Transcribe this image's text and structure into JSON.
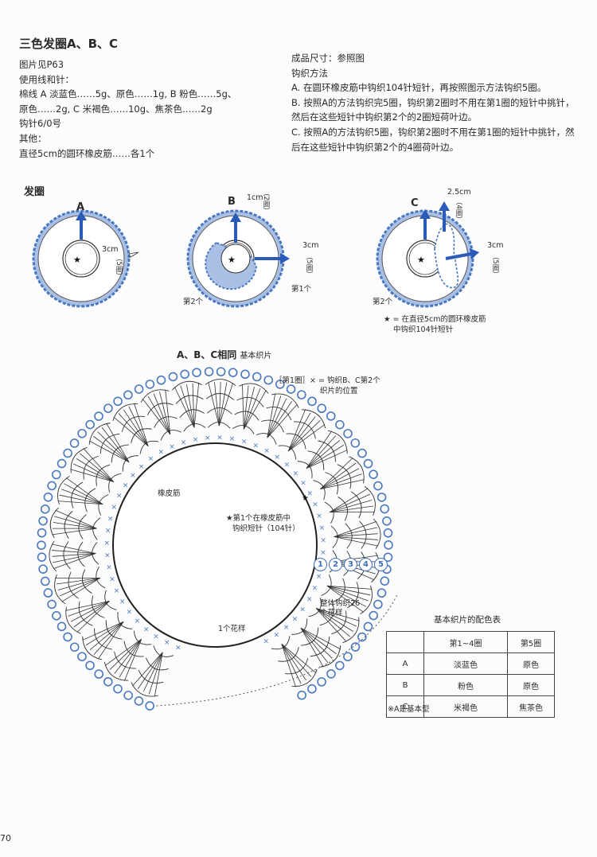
{
  "title": "三色发圈A、B、C",
  "left_info": [
    "图片见P63",
    "使用线和针：",
    "棉线 A 淡蓝色……5g、原色……1g, B 粉色……5g、",
    "原色……2g, C 米褐色……10g、焦茶色……2g",
    "钩针6/0号",
    "其他：",
    "直径5cm的圆环橡皮筋……各1个"
  ],
  "right_info": [
    "成品尺寸：参照图",
    "钩织方法",
    "A. 在圆环橡皮筋中钩织104针短针，再按照图示方法钩织5圈。",
    "B. 按照A的方法钩织完5圈，钩织第2圈时不用在第1圈的短针中挑针，然后在这些短针中钩织第2个的2圈短荷叶边。",
    "C. 按照A的方法钩织5圈，钩织第2圈时不用在第1圈的短针中挑针，然后在这些短针中钩织第2个的4圈荷叶边。"
  ],
  "section_title": "发圈",
  "figures": {
    "a": {
      "label": "A",
      "size": "3cm",
      "rounds": "（5圈）"
    },
    "b": {
      "label": "B",
      "size_top": "1cm",
      "rounds_top": "（2圈）",
      "size": "3cm",
      "rounds": "（5圈）",
      "first": "第1个",
      "second": "第2个"
    },
    "c": {
      "label": "C",
      "size_top": "2.5cm",
      "rounds_top": "（4圈）",
      "size": "3cm",
      "rounds": "（5圈）",
      "second": "第2个"
    },
    "note_line1": "★ = 在直径5cm的圆环橡皮筋",
    "note_line2": "中钩织104针短针"
  },
  "chart": {
    "title": "A、B、C相同",
    "subtitle": "基本织片",
    "note_round1_line1": "［第1圈］× = 钩织B、C第2个",
    "note_round1_line2": "织片的位置",
    "elastic": "橡皮筋",
    "star_note_line1": "★第1个在橡皮筋中",
    "star_note_line2": "钩织短针（104针）",
    "repeat_line1": "整体钩织26",
    "repeat_line2": "个花样",
    "pattern": "1个花样",
    "round_numbers": [
      "1",
      "2",
      "3",
      "4",
      "5"
    ]
  },
  "color_table": {
    "title": "基本织片的配色表",
    "headers": [
      "",
      "第1~4圈",
      "第5圈"
    ],
    "rows": [
      [
        "A",
        "淡蓝色",
        "原色"
      ],
      [
        "B",
        "粉色",
        "原色"
      ],
      [
        "C",
        "米褐色",
        "焦茶色"
      ]
    ],
    "footnote": "※A是基本型"
  },
  "page_number": "70",
  "colors": {
    "blue": "#4a78c0",
    "light_blue": "#a9bfe3",
    "ink": "#2a2a2a"
  }
}
